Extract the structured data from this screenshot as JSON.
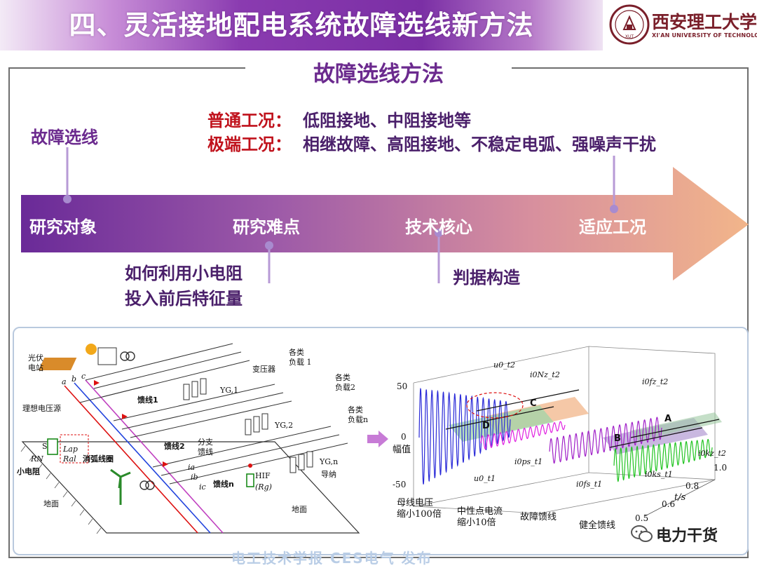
{
  "header": {
    "title": "四、灵活接地配电系统故障选线新方法",
    "logo_name": "西安理工大学",
    "logo_en": "XI'AN UNIVERSITY OF TECHNOLOGY",
    "logo_seal_text": "XUT"
  },
  "section": {
    "title": "故障选线方法"
  },
  "conditions": {
    "normal_label": "普通工况：",
    "normal_text": "低阻接地、中阻接地等",
    "extreme_label": "极端工况：",
    "extreme_text": "相继故障、高阻接地、不稳定电弧、强噪声干扰"
  },
  "topic_label": "故障选线",
  "arrow": {
    "labels": [
      "研究对象",
      "研究难点",
      "技术核心",
      "适应工况"
    ]
  },
  "difficulty": {
    "line1": "如何利用小电阻",
    "line2": "投入前后特征量"
  },
  "core_text": "判据构造",
  "schematic": {
    "pv_station": [
      "光伏",
      "电站"
    ],
    "transformer": "变压器",
    "load1": [
      "各类",
      "负载 1"
    ],
    "load2": [
      "各类",
      "负载2"
    ],
    "loadn": [
      "各类",
      "负载n"
    ],
    "ideal_source": "理想电压源",
    "phases": [
      "a",
      "b",
      "c"
    ],
    "feeder1": "馈线1",
    "feeder2": "馈线2",
    "feedern": "馈线n",
    "branch": [
      "分支",
      "馈线"
    ],
    "arc_coil": "消弧线圈",
    "small_resistor": "小电阻",
    "ground_left": "地面",
    "ground_right": "地面",
    "conductance": "导纳",
    "hif": "HIF",
    "rg": "(Rg)",
    "s_label": "S",
    "yg1": "YG,1",
    "yg2": "YG,2",
    "ygn": "YG,n",
    "lap": "Lap",
    "ral": "Ral",
    "rn": "RN",
    "currents": [
      "ia",
      "ib",
      "ic"
    ]
  },
  "plot3d": {
    "y_axis_label": "幅值",
    "y_ticks": [
      "50",
      "0",
      "-50"
    ],
    "t_axis_label": "t/s",
    "t_ticks": [
      "1.0",
      "0.8",
      "0.6",
      "0.5"
    ],
    "category_labels": [
      [
        "母线电压",
        "缩小100倍"
      ],
      [
        "中性点电流",
        "缩小10倍"
      ],
      [
        "故障馈线"
      ],
      [
        "健全馈线"
      ]
    ],
    "annotations": {
      "u0_t2": "u0_t2",
      "u0_t1": "u0_t1",
      "i0Nz_t2": "i0Nz_t2",
      "i0ps_t1": "i0ps_t1",
      "i0fz_t2": "i0fz_t2",
      "i0fs_t1": "i0fs_t1",
      "i0ks_t1": "i0ks_t1",
      "i0kz_t2": "i0kz_t2"
    },
    "regions": [
      "C",
      "D",
      "B",
      "A"
    ],
    "colors": {
      "bus_voltage": "#2b2bd8",
      "neutral_current": "#e020e0",
      "faulted_feeder": "#a020c8",
      "healthy_feeder": "#22c422"
    }
  },
  "watermark": "电工技术学报 CES电气 发布",
  "wechat_label": "电力干货",
  "colors": {
    "accent_purple": "#6b2a8e",
    "red": "#c0121c",
    "arrow_start": "#6a2a98",
    "arrow_end": "#f2b58a"
  }
}
